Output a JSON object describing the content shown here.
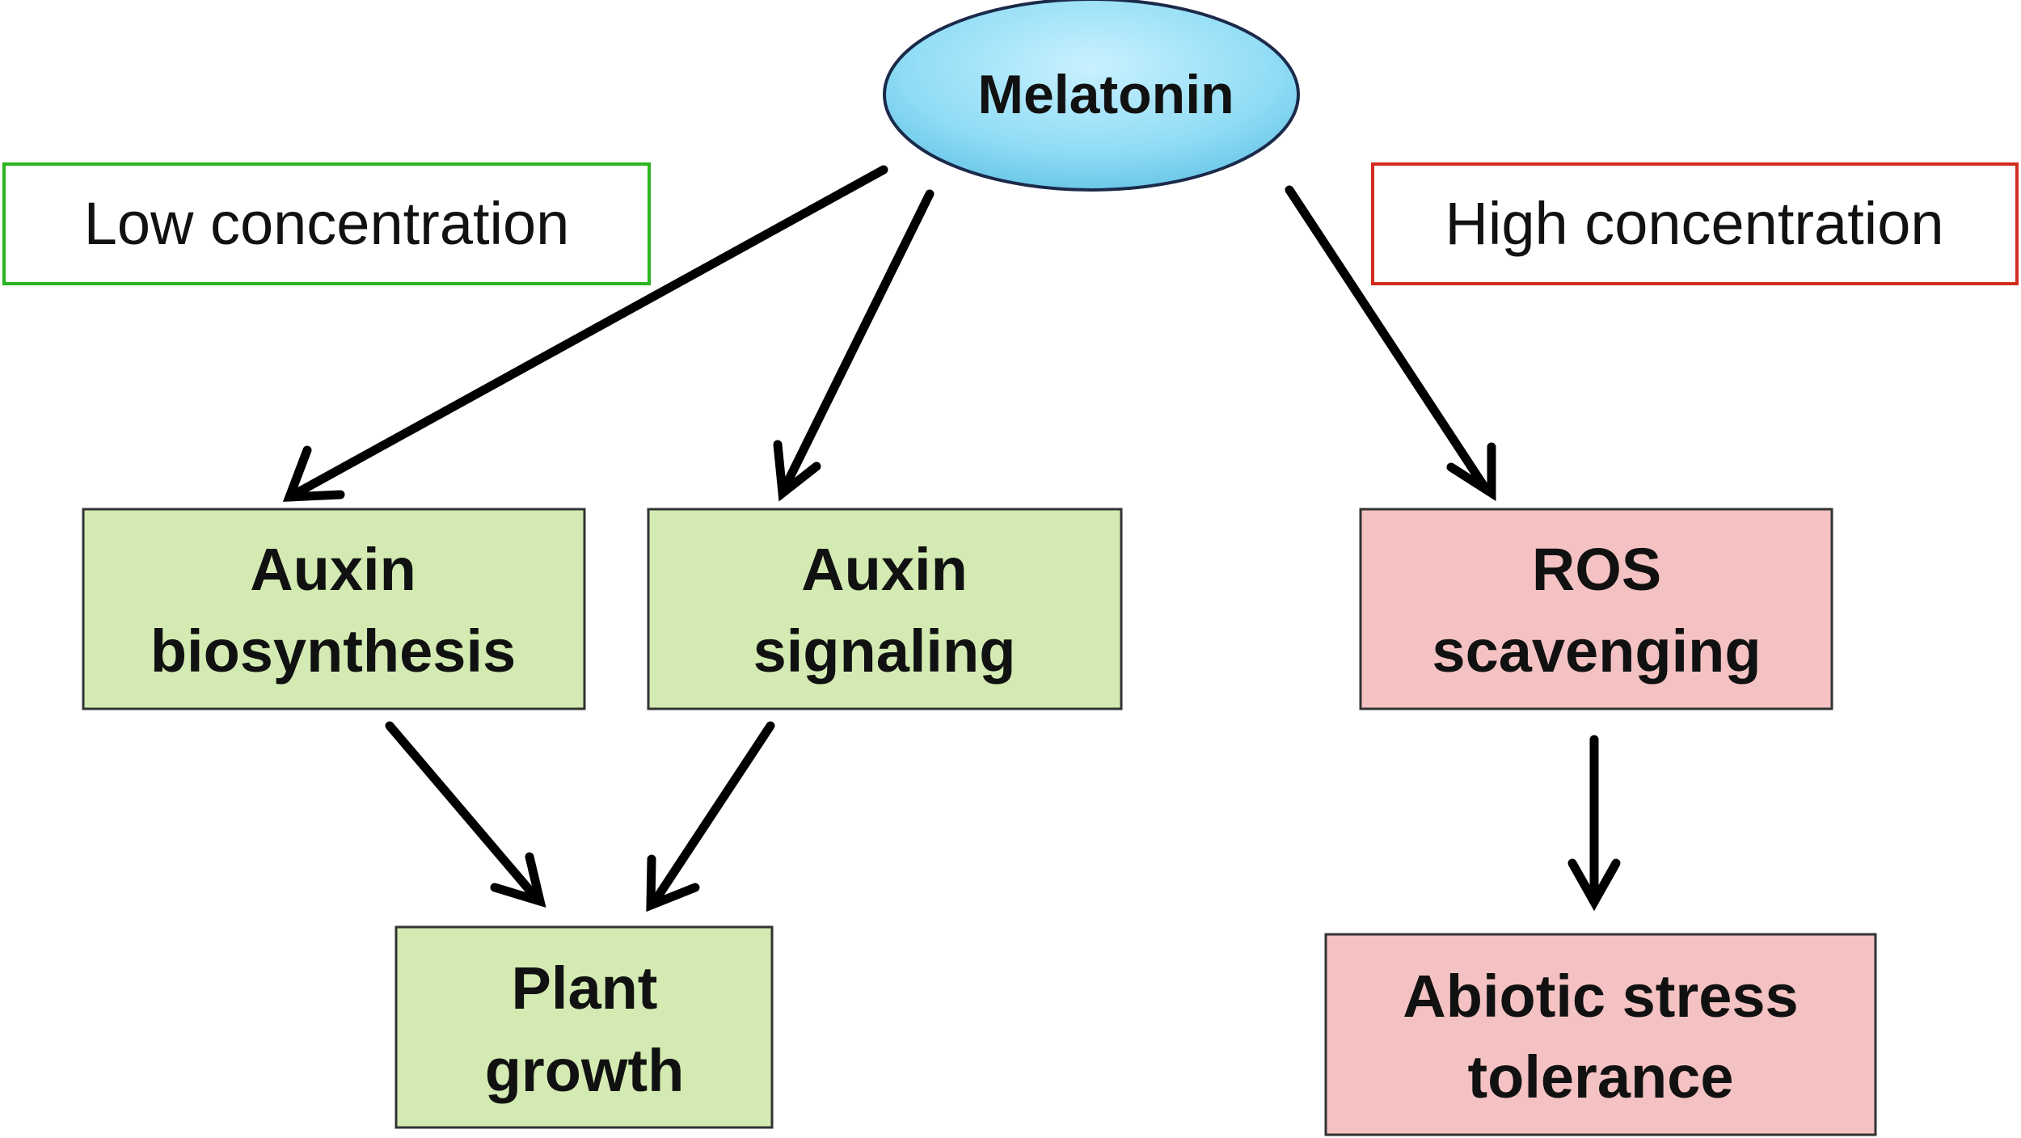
{
  "colors": {
    "green_fill": "#d3ebb2",
    "red_fill": "#f4c2c2",
    "green_border": "#2bb51f",
    "red_border": "#d12b1f",
    "ellipse_fill": "#8fdcf5",
    "ellipse_stroke": "#1b2a4a",
    "arrow": "#000000"
  },
  "nodes": {
    "melatonin": {
      "lines": [
        "Melatonin"
      ]
    },
    "low_concentration": {
      "lines": [
        "Low concentration"
      ]
    },
    "high_concentration": {
      "lines": [
        "High concentration"
      ]
    },
    "auxin_biosynthesis": {
      "lines": [
        "Auxin",
        "biosynthesis"
      ]
    },
    "auxin_signaling": {
      "lines": [
        "Auxin",
        "signaling"
      ]
    },
    "ros_scavenging": {
      "lines": [
        "ROS",
        "scavenging"
      ]
    },
    "plant_growth": {
      "lines": [
        "Plant",
        "growth"
      ]
    },
    "abiotic_stress_tolerance": {
      "lines": [
        "Abiotic stress",
        "tolerance"
      ]
    }
  },
  "edges": [
    {
      "from": "melatonin",
      "to": "auxin_biosynthesis"
    },
    {
      "from": "melatonin",
      "to": "auxin_signaling"
    },
    {
      "from": "melatonin",
      "to": "ros_scavenging"
    },
    {
      "from": "auxin_biosynthesis",
      "to": "plant_growth"
    },
    {
      "from": "auxin_signaling",
      "to": "plant_growth"
    },
    {
      "from": "ros_scavenging",
      "to": "abiotic_stress_tolerance"
    }
  ]
}
